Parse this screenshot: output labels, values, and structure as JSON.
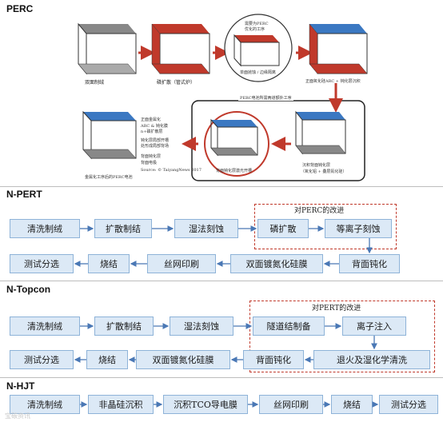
{
  "perc": {
    "title": "PERC",
    "step1": "双面制绒",
    "step2": "磷扩散（管式炉）",
    "step3_top": "需要为PERC",
    "step3_mid": "优化的工序",
    "step3_bottom": "单面抛蚀 / 边缘隔离",
    "step4": "正面氧化硅ARC + 钝化层沉积",
    "note_center": "PERC电池所需两道额外工序",
    "step5": "背面钝化层激光开槽",
    "step6_a": "沉积背面钝化层",
    "step6_b": "（氧化铝 + 叠层氮化硅）",
    "final_caption": "金属化工序后的PERC电池",
    "source": "Source: © TaiyangNews 2017",
    "label_1": "正面金属化",
    "label_2": "ARC & 钝化膜",
    "label_3": "n+磷扩散层",
    "label_4": "钝化层局部开槽",
    "label_5": "处形成局部背场",
    "label_6": "背面钝化层",
    "label_7": "背面电极"
  },
  "npert": {
    "title": "N-PERT",
    "improve_label": "对PERC的改进",
    "row1": [
      "清洗制绒",
      "扩散制结",
      "湿法刻蚀",
      "磷扩散",
      "等离子刻蚀"
    ],
    "row2": [
      "测试分选",
      "烧结",
      "丝网印刷",
      "双面镀氮化硅膜",
      "背面钝化"
    ]
  },
  "ntopcon": {
    "title": "N-Topcon",
    "improve_label": "对PERT的改进",
    "row1": [
      "清洗制绒",
      "扩散制结",
      "湿法刻蚀",
      "隧道结制备",
      "离子注入"
    ],
    "row2": [
      "测试分选",
      "烧结",
      "双面镀氮化硅膜",
      "背面钝化",
      "退火及湿化学清洗"
    ]
  },
  "nhjt": {
    "title": "N-HJT",
    "row1": [
      "清洗制绒",
      "非晶硅沉积",
      "沉积TCO导电膜",
      "丝网印刷",
      "烧结",
      "测试分选"
    ]
  },
  "watermark": "宝碳资讯",
  "colors": {
    "box_fill": "#dce9f6",
    "box_border": "#8eb3d8",
    "arrow": "#4a78b5",
    "dash": "#c0392b"
  }
}
